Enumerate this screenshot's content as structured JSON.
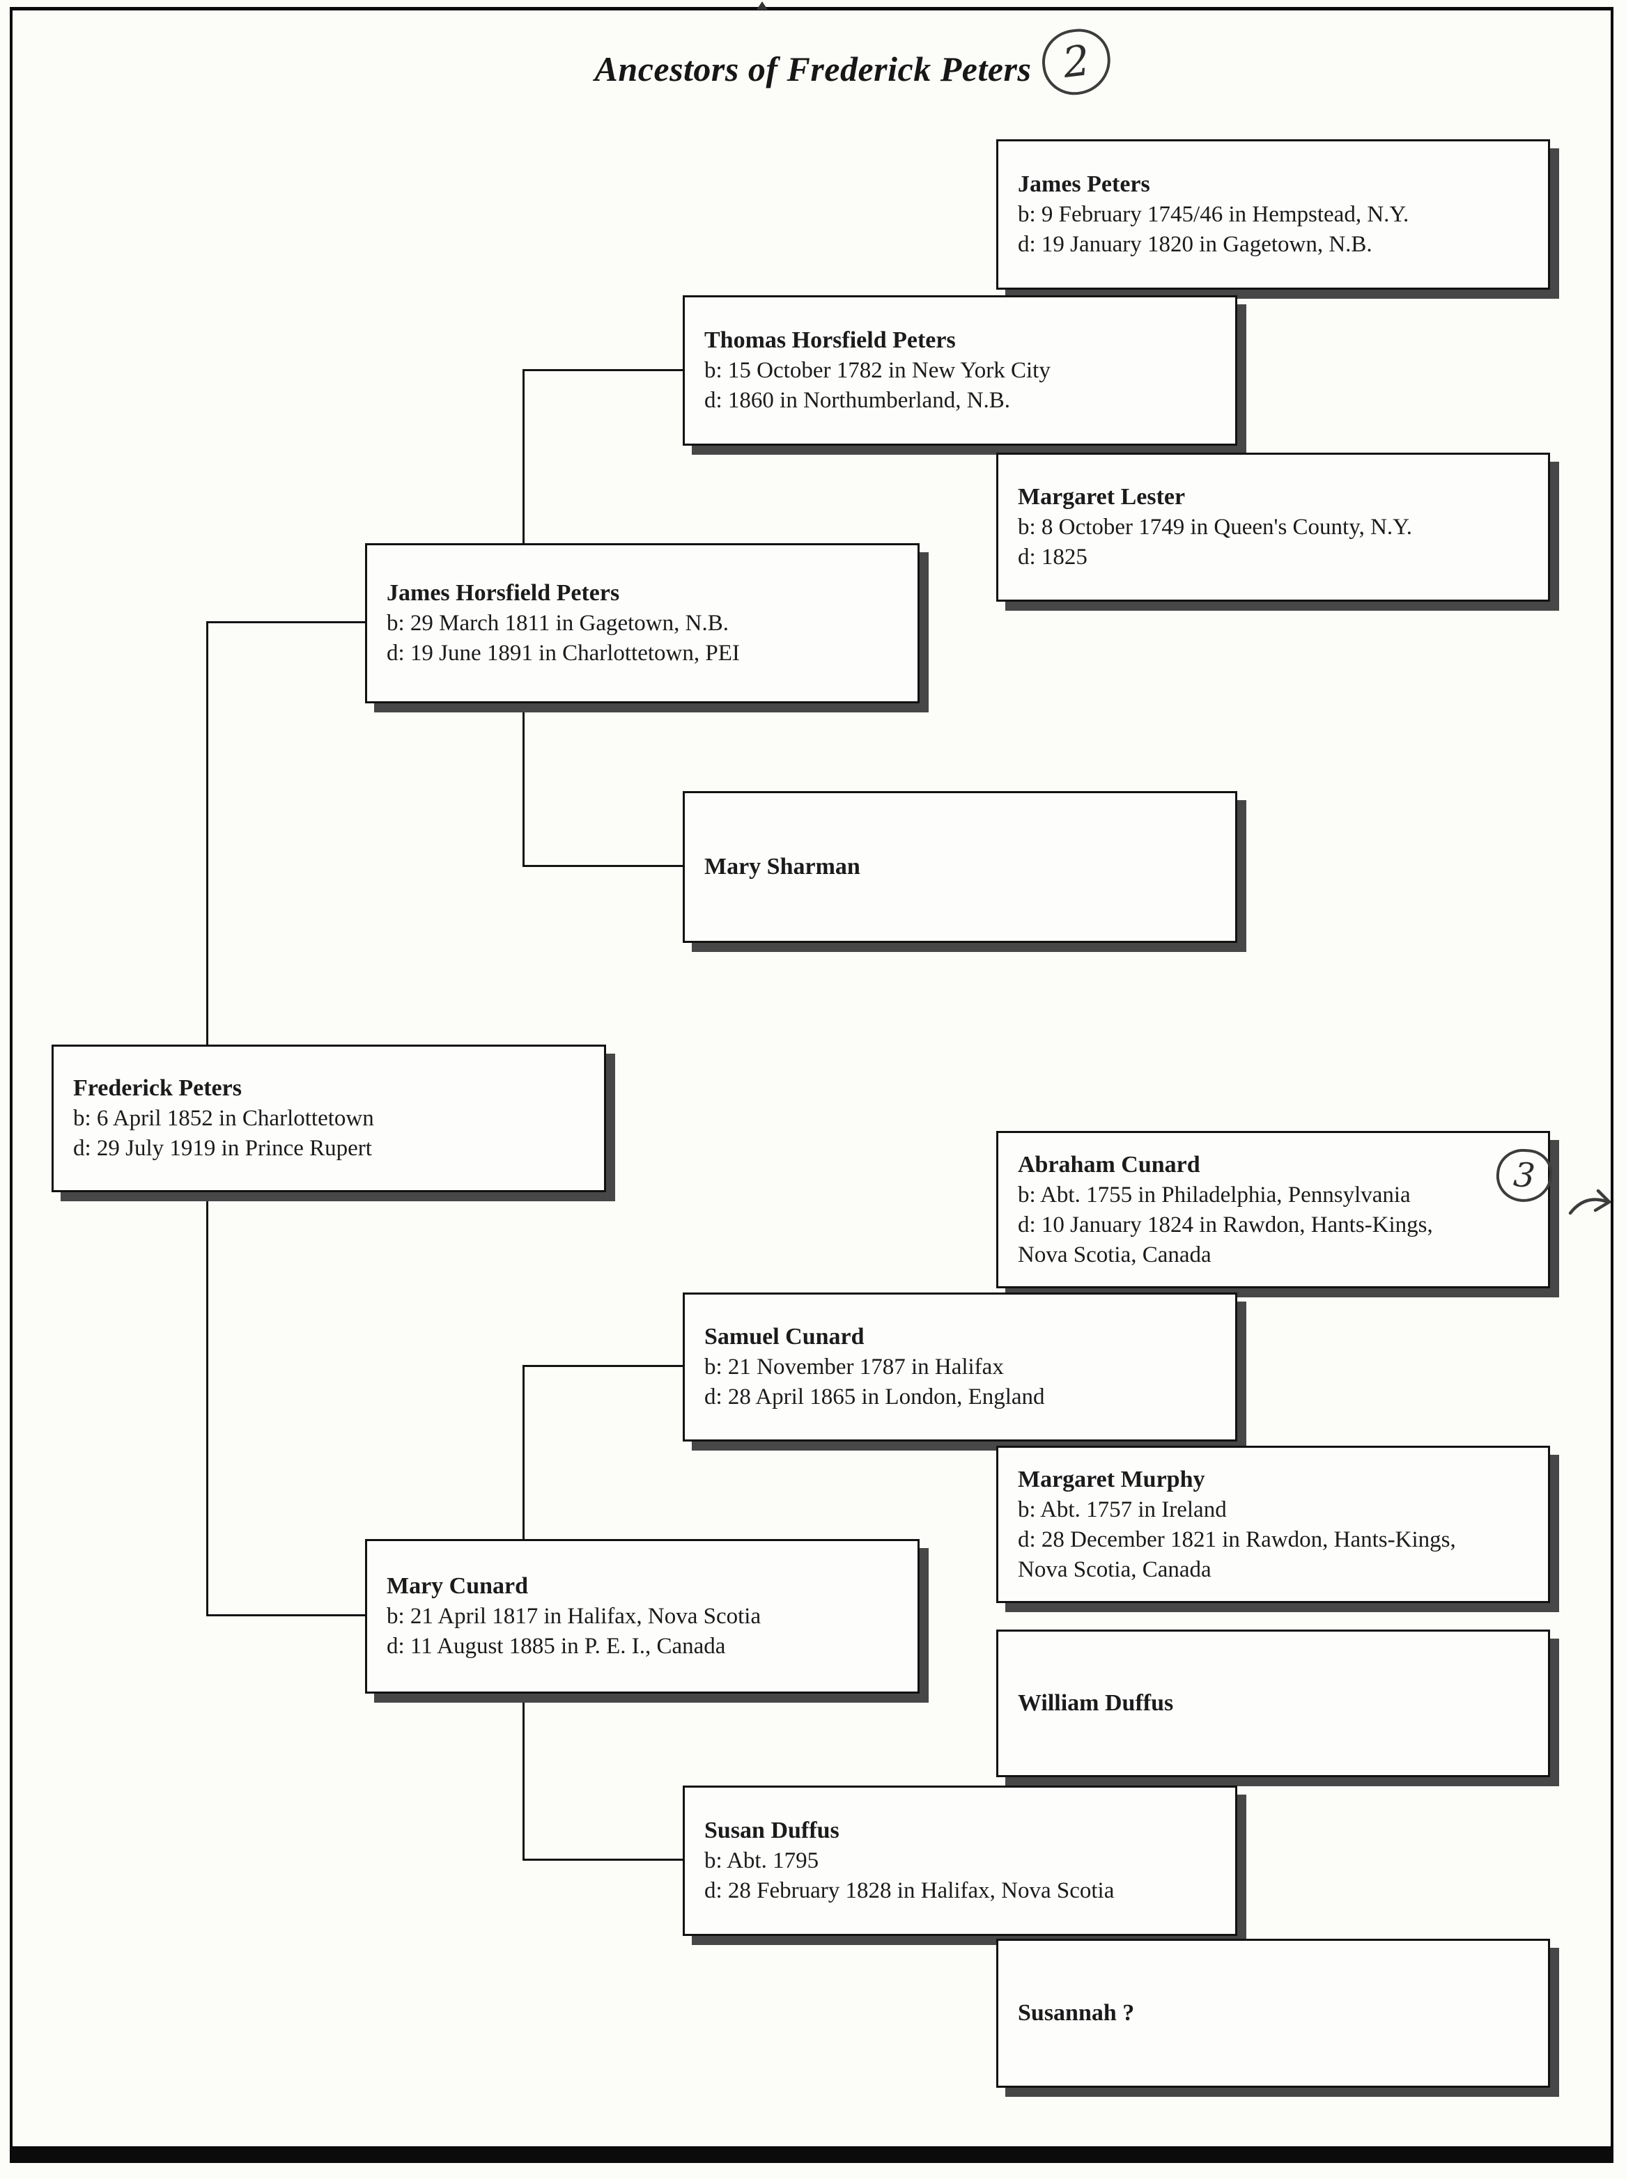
{
  "page": {
    "title": "Ancestors of Frederick Peters",
    "page_number": "2",
    "cross_ref_number": "3"
  },
  "persons": [
    {
      "name": "James Peters",
      "details": "b: 9 February 1745/46 in Hempstead, N.Y.\nd: 19 January 1820 in Gagetown, N.B."
    },
    {
      "name": "Thomas Horsfield Peters",
      "details": "b: 15 October 1782 in New York City\nd: 1860 in Northumberland, N.B."
    },
    {
      "name": "Margaret Lester",
      "details": "b: 8 October 1749 in Queen's County, N.Y.\nd: 1825"
    },
    {
      "name": "James Horsfield Peters",
      "details": "b: 29 March 1811 in Gagetown, N.B.\nd: 19 June 1891 in Charlottetown, PEI"
    },
    {
      "name": "Mary Sharman",
      "details": ""
    },
    {
      "name": "Frederick Peters",
      "details": "b: 6 April 1852 in Charlottetown\nd: 29 July 1919 in Prince Rupert"
    },
    {
      "name": "Abraham Cunard",
      "details": "b: Abt. 1755 in Philadelphia, Pennsylvania\nd: 10 January 1824 in Rawdon, Hants-Kings,\nNova Scotia, Canada"
    },
    {
      "name": "Samuel Cunard",
      "details": "b: 21 November 1787 in Halifax\nd: 28 April 1865 in London, England"
    },
    {
      "name": "Margaret Murphy",
      "details": "b: Abt. 1757 in Ireland\nd: 28 December 1821 in Rawdon, Hants-Kings,\nNova Scotia, Canada"
    },
    {
      "name": "Mary Cunard",
      "details": "b: 21 April 1817 in Halifax, Nova Scotia\nd: 11 August 1885 in P. E. I., Canada"
    },
    {
      "name": "William Duffus",
      "details": ""
    },
    {
      "name": "Susan Duffus",
      "details": "b: Abt. 1795\nd: 28 February 1828 in Halifax, Nova Scotia"
    },
    {
      "name": "Susannah ?",
      "details": ""
    }
  ],
  "colors": {
    "paper": "#fcfcf9",
    "ink": "#1b1b1b",
    "box_border": "#121212",
    "box_shadow": "#474747",
    "pen_annotation": "#3d3d3d"
  }
}
